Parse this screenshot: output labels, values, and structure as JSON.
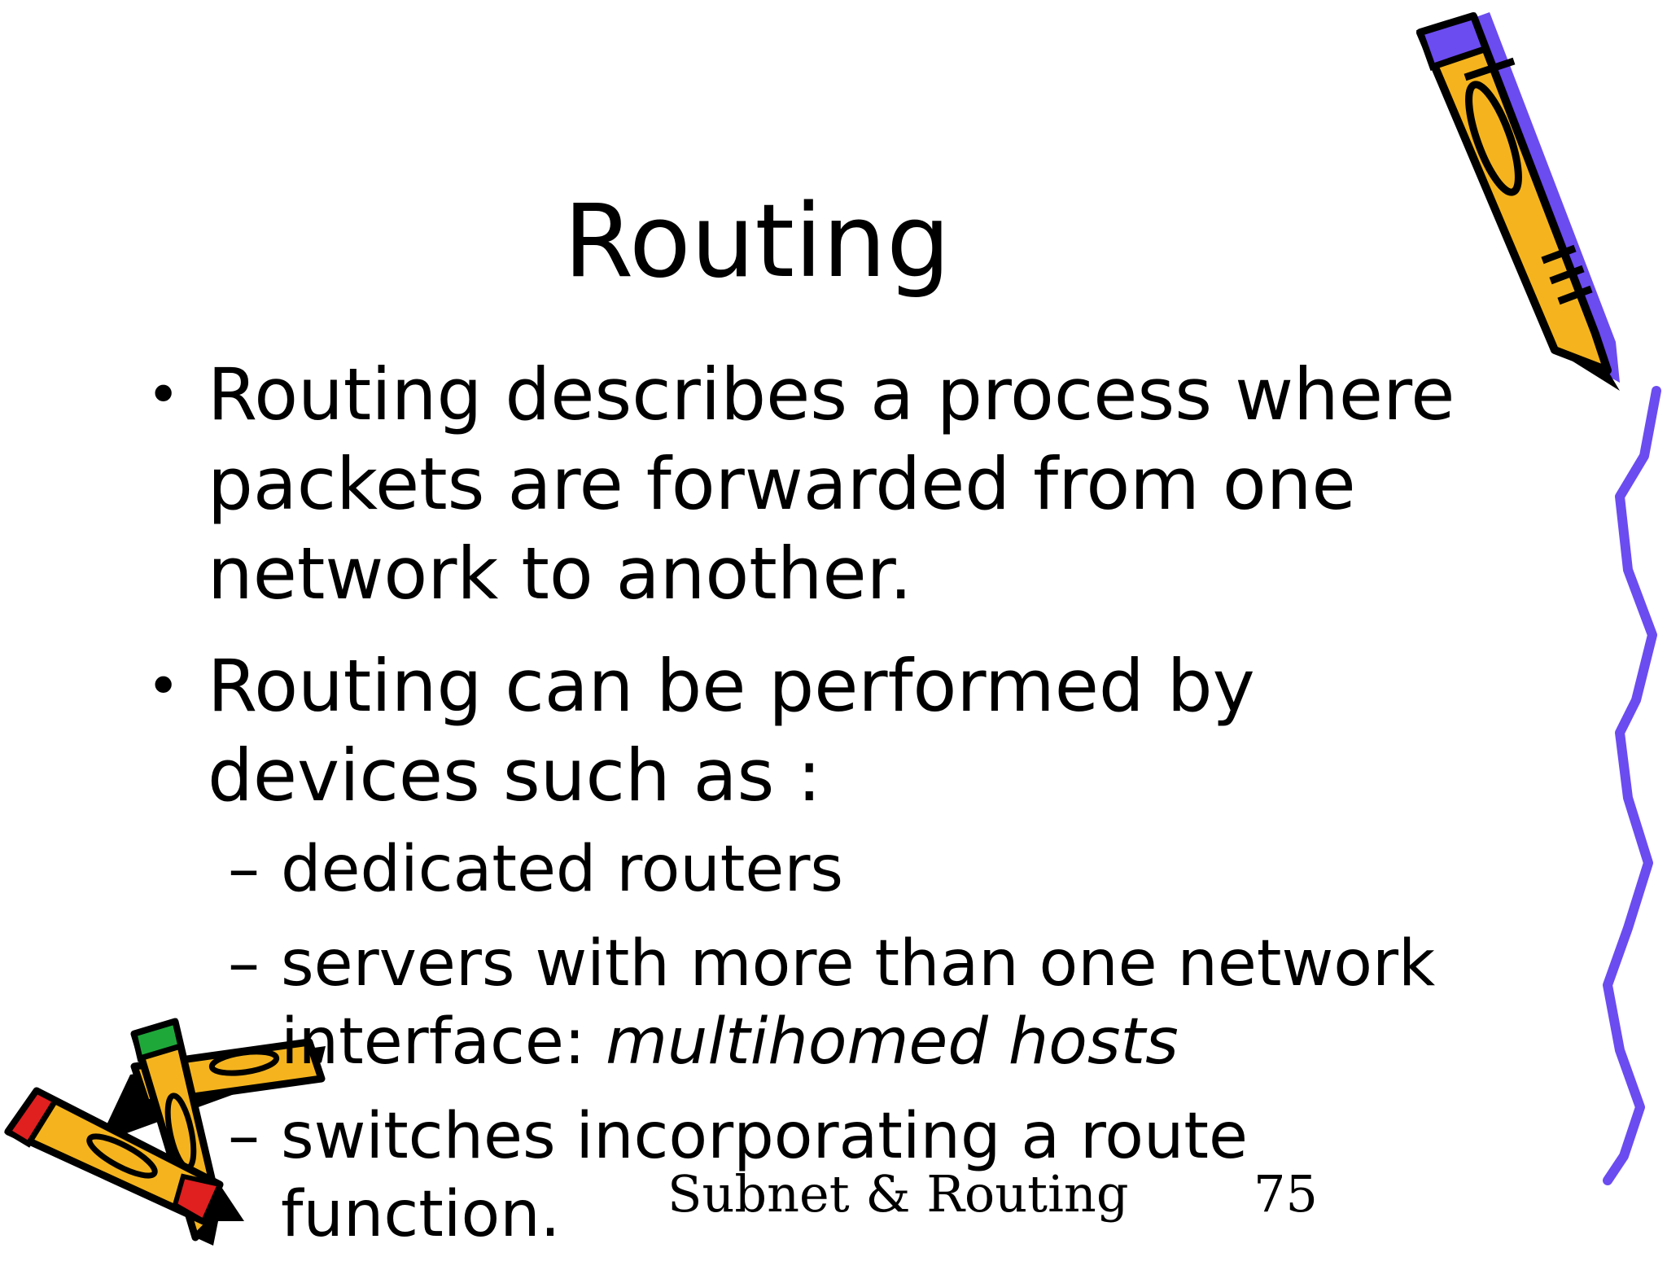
{
  "slide": {
    "title": "Routing",
    "bullets": [
      "Routing describes a process where packets are forwarded from one network to another.",
      "Routing can be performed by devices such as :"
    ],
    "sub_bullets": [
      {
        "text": "dedicated routers"
      },
      {
        "text": "servers with more than one network interface:  ",
        "emphasis": "multihomed hosts"
      },
      {
        "text": "switches incorporating a  route function."
      }
    ],
    "bullet_marker": "•",
    "sub_marker": "–",
    "footer": {
      "title": "Subnet & Routing",
      "page_number": "75"
    }
  },
  "colors": {
    "pencil_yellow": "#f5b41e",
    "pencil_outline": "#000000",
    "accent_purple": "#6b4cf0",
    "eraser_red": "#e01f1f",
    "cap_green": "#1fa83a"
  }
}
